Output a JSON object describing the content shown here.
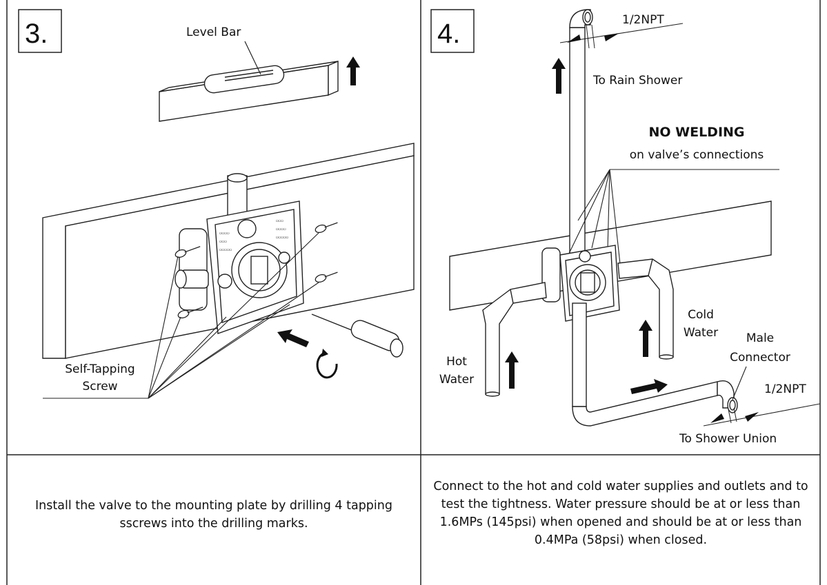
{
  "panels": [
    {
      "number": "3.",
      "labels": {
        "level_bar": "Level Bar",
        "self_tapping_line1": "Self-Tapping",
        "self_tapping_line2": "Screw"
      },
      "caption": "Install the valve to the mounting plate by drilling 4 tapping sscrews into the drilling marks."
    },
    {
      "number": "4.",
      "labels": {
        "npt_top": "1/2NPT",
        "to_rain_shower": "To Rain Shower",
        "no_welding": "NO WELDING",
        "on_valve_connections": "on valve’s connections",
        "cold_line1": "Cold",
        "cold_line2": "Water",
        "male_line1": "Male",
        "male_line2": "Connector",
        "hot_line1": "Hot",
        "hot_line2": "Water",
        "npt_bottom": "1/2NPT",
        "to_shower_union": "To Shower Union"
      },
      "caption": "Connect to the hot and cold water supplies and outlets and to test the tightness.  Water pressure should be at or less than 1.6MPs (145psi) when opened and should be at or less than  0.4MPa (58psi) when closed."
    }
  ]
}
